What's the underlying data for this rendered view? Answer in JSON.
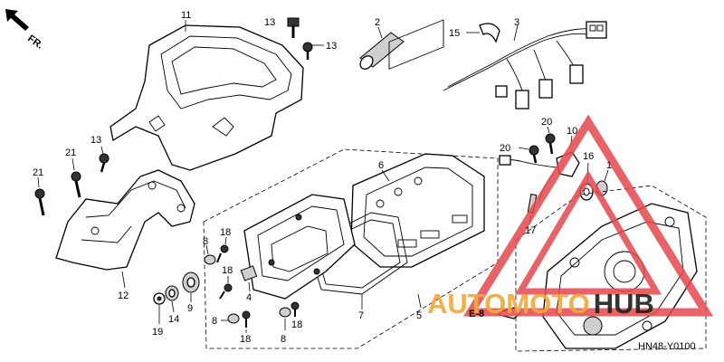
{
  "diagram": {
    "direction_label": "FR.",
    "figure_code": "HN48-Y0100",
    "section_ref": "E-8",
    "watermark": {
      "word_red": "AUTOMOTO",
      "word_black": "HUB",
      "accent_color": "#e5484d",
      "orange_color": "#f2a93b"
    }
  },
  "callouts": [
    {
      "id": "c11",
      "text": "11"
    },
    {
      "id": "c13a",
      "text": "13"
    },
    {
      "id": "c13b",
      "text": "13"
    },
    {
      "id": "c13c",
      "text": "13"
    },
    {
      "id": "c2",
      "text": "2"
    },
    {
      "id": "c15",
      "text": "15"
    },
    {
      "id": "c3",
      "text": "3"
    },
    {
      "id": "c21a",
      "text": "21"
    },
    {
      "id": "c21b",
      "text": "21"
    },
    {
      "id": "c12",
      "text": "12"
    },
    {
      "id": "c6",
      "text": "6"
    },
    {
      "id": "c20a",
      "text": "20"
    },
    {
      "id": "c20b",
      "text": "20"
    },
    {
      "id": "c10",
      "text": "10"
    },
    {
      "id": "c16",
      "text": "16"
    },
    {
      "id": "c1",
      "text": "1"
    },
    {
      "id": "c17",
      "text": "17"
    },
    {
      "id": "c18a",
      "text": "18"
    },
    {
      "id": "c18b",
      "text": "18"
    },
    {
      "id": "c18c",
      "text": "18"
    },
    {
      "id": "c18d",
      "text": "18"
    },
    {
      "id": "c8a",
      "text": "8"
    },
    {
      "id": "c8b",
      "text": "8"
    },
    {
      "id": "c8c",
      "text": "8"
    },
    {
      "id": "c4",
      "text": "4"
    },
    {
      "id": "c7",
      "text": "7"
    },
    {
      "id": "c5",
      "text": "5"
    },
    {
      "id": "c9",
      "text": "9"
    },
    {
      "id": "c14",
      "text": "14"
    },
    {
      "id": "c19",
      "text": "19"
    }
  ]
}
